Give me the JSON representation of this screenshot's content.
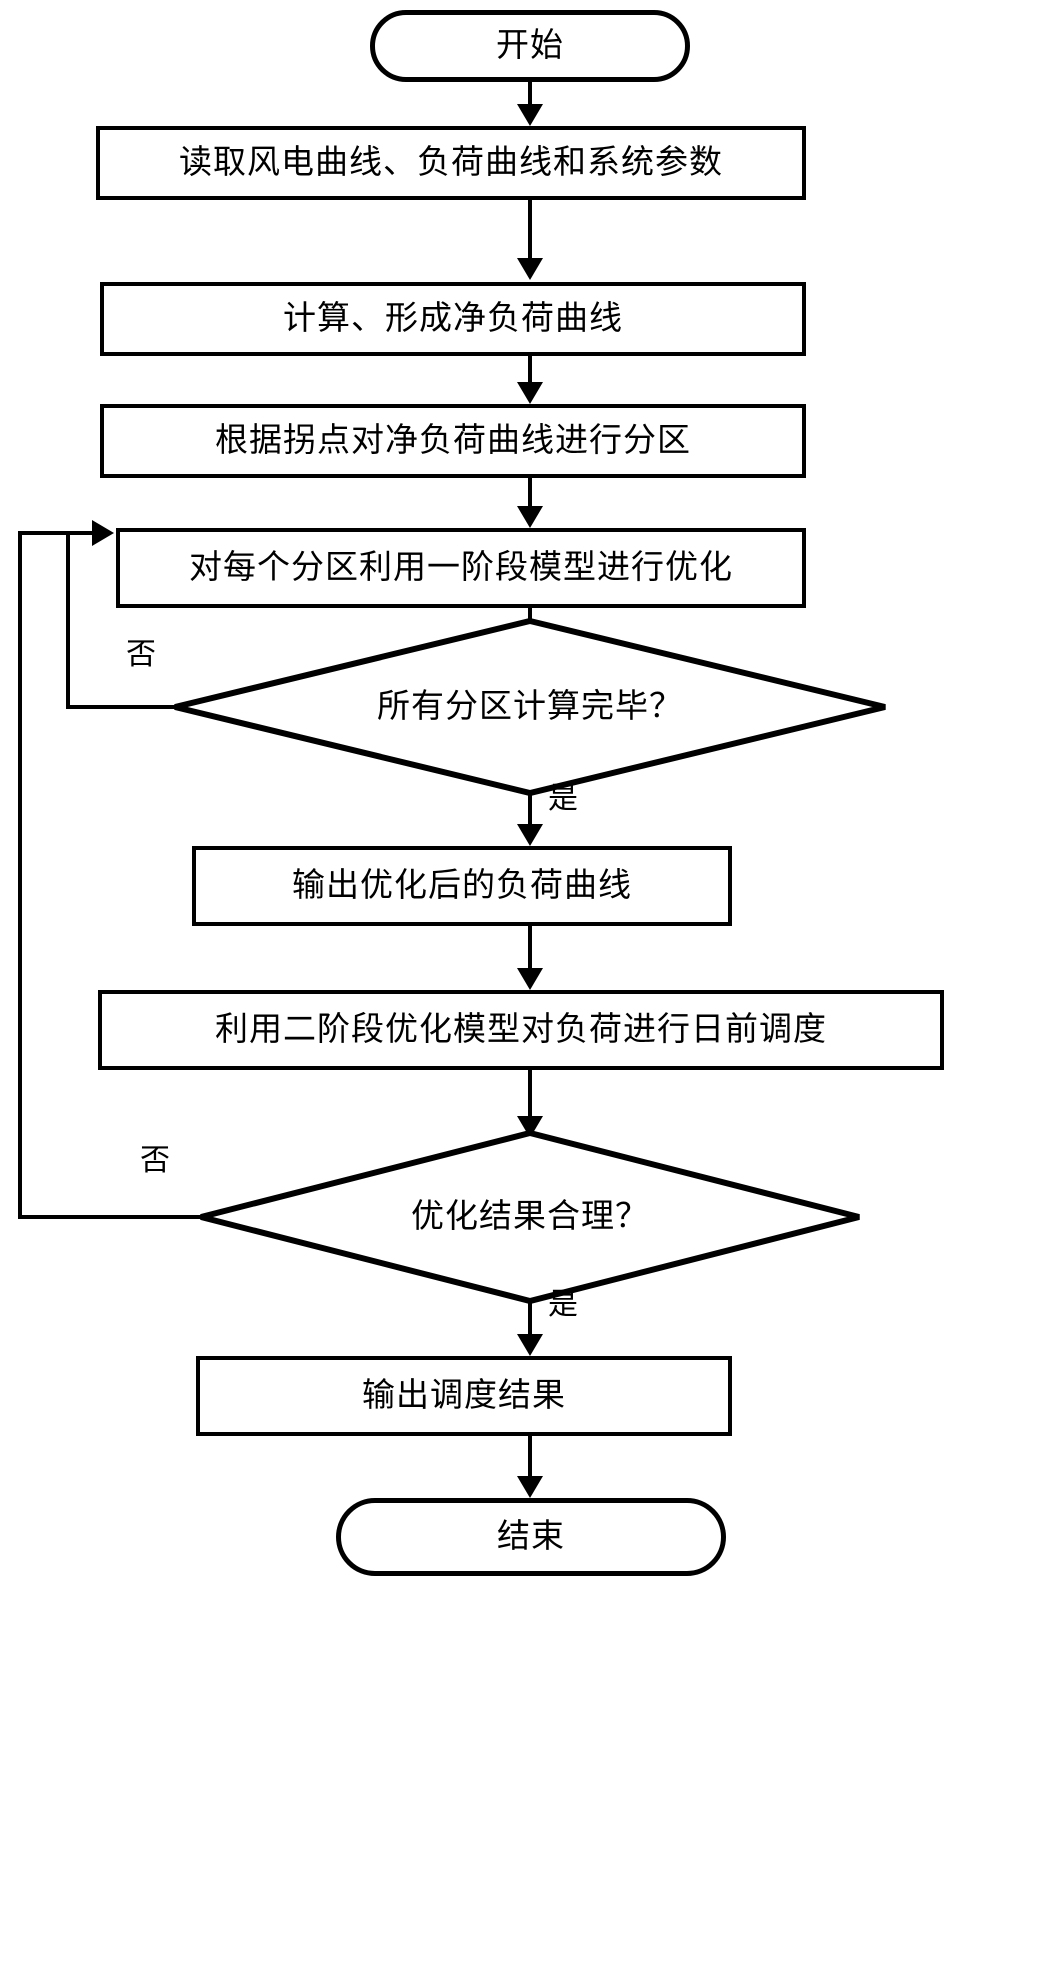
{
  "diagram": {
    "title": "两阶段优化调度流程图",
    "type": "flowchart",
    "orientation": "top-to-bottom",
    "line_color": "#000000",
    "fill_color": "#ffffff",
    "nodes": [
      {
        "id": "start",
        "shape": "terminator",
        "text": "开始"
      },
      {
        "id": "read",
        "shape": "process",
        "text": "读取风电曲线、负荷曲线和系统参数"
      },
      {
        "id": "netload",
        "shape": "process",
        "text": "计算、形成净负荷曲线"
      },
      {
        "id": "partition",
        "shape": "process",
        "text": "根据拐点对净负荷曲线进行分区"
      },
      {
        "id": "stage1",
        "shape": "process",
        "text": "对每个分区利用一阶段模型进行优化"
      },
      {
        "id": "check1",
        "shape": "decision",
        "text": "所有分区计算完毕？"
      },
      {
        "id": "output1",
        "shape": "process",
        "text": "输出优化后的负荷曲线"
      },
      {
        "id": "stage2",
        "shape": "process",
        "text": "利用二阶段优化模型对负荷进行日前调度"
      },
      {
        "id": "check2",
        "shape": "decision",
        "text": "优化结果合理？"
      },
      {
        "id": "output2",
        "shape": "process",
        "text": "输出调度结果"
      },
      {
        "id": "end",
        "shape": "terminator",
        "text": "结束"
      }
    ],
    "edge_labels": {
      "check1_no": "否",
      "check1_yes": "是",
      "check2_no": "否",
      "check2_yes": "是"
    }
  }
}
